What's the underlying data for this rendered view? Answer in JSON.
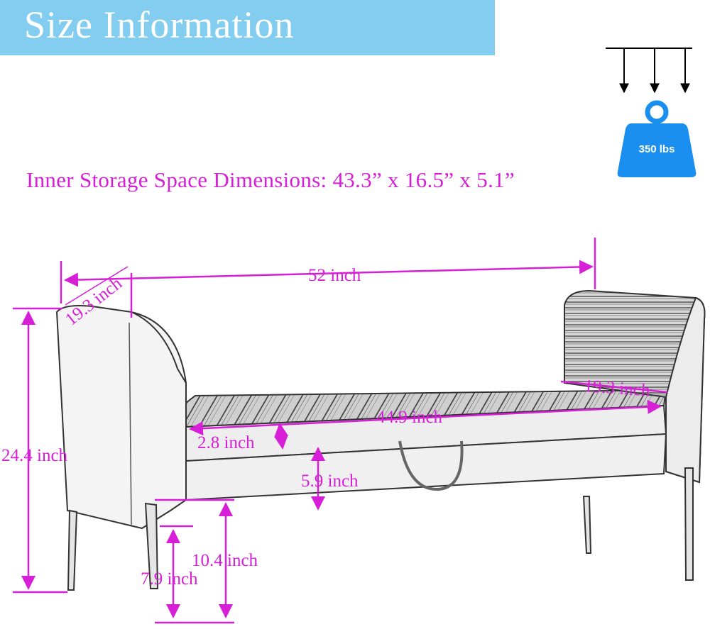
{
  "header": {
    "title": "Size Information"
  },
  "storage": {
    "label": "Inner Storage Space Dimensions: 43.3” x 16.5” x 5.1”"
  },
  "weight": {
    "capacity": "350 lbs",
    "icon": "weight-icon",
    "color": "#1a8ff0"
  },
  "dimensions": {
    "width_overall": "52 inch",
    "arm_depth": "19.3 inch",
    "seat_depth": "19.3 inch",
    "seat_width": "44.9 inch",
    "lid_height": "2.8 inch",
    "total_height": "24.4 inch",
    "storage_height": "5.9 inch",
    "seat_height": "10.4 inch",
    "leg_height": "7.9 inch"
  },
  "colors": {
    "accent": "#d61fd6",
    "banner": "#82cdf0"
  }
}
